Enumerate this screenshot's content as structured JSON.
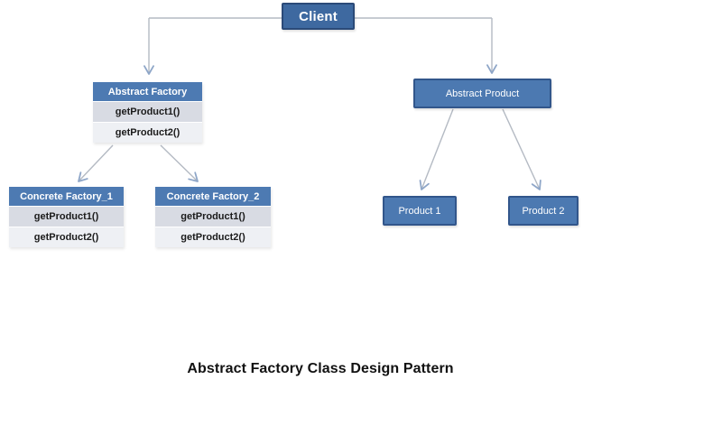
{
  "diagram": {
    "client": {
      "label": "Client"
    },
    "abstract_factory": {
      "title": "Abstract Factory",
      "methods": [
        "getProduct1()",
        "getProduct2()"
      ]
    },
    "concrete_factory_1": {
      "title": "Concrete Factory_1",
      "methods": [
        "getProduct1()",
        "getProduct2()"
      ]
    },
    "concrete_factory_2": {
      "title": "Concrete Factory_2",
      "methods": [
        "getProduct1()",
        "getProduct2()"
      ]
    },
    "abstract_product": {
      "label": "Abstract Product"
    },
    "product_1": {
      "label": "Product 1"
    },
    "product_2": {
      "label": "Product 2"
    },
    "caption": "Abstract Factory Class Design Pattern"
  },
  "colors": {
    "client_fill": "#3e69a0",
    "client_border": "#2b4a78",
    "node_fill": "#4c79b1",
    "node_border": "#32568b",
    "header_fill": "#4d7ab2",
    "row_odd": "#d8dbe3",
    "row_even": "#eef0f4",
    "method_text": "#1b1b1b",
    "line": "#b4bac3",
    "arrow": "#8ea6c8",
    "caption": "#111111"
  }
}
